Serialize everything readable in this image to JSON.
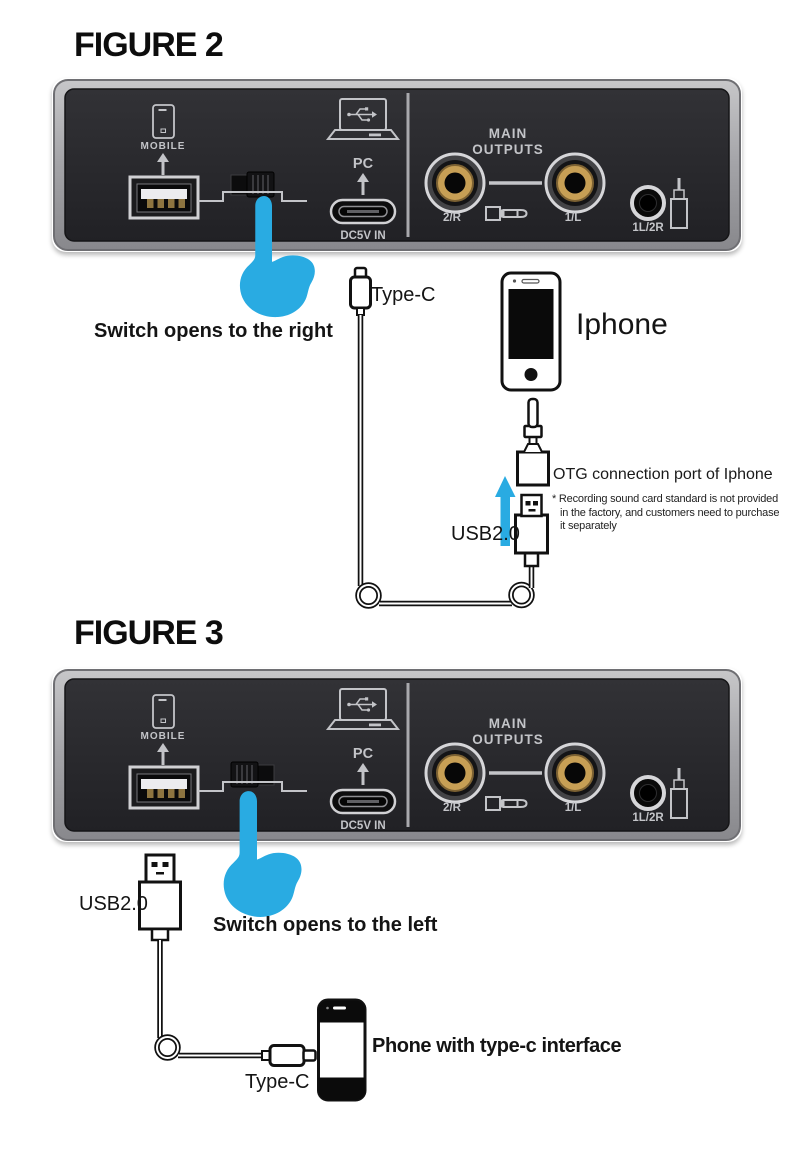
{
  "figure2": {
    "title": "FIGURE 2",
    "switch_caption": "Switch opens to the right",
    "cable_label": "Type-C",
    "phone_label": "Iphone",
    "otg_label": "OTG connection port of Iphone",
    "note_lines": [
      "* Recording sound card standard is not provided",
      "in the factory, and customers need to purchase",
      "it separately"
    ],
    "usb_label": "USB2.0",
    "switch_position": "right"
  },
  "figure3": {
    "title": "FIGURE 3",
    "switch_caption": "Switch opens to the left",
    "usb_label": "USB2.0",
    "cable_label": "Type-C",
    "phone_label": "Phone with type-c interface",
    "switch_position": "left"
  },
  "device_panel": {
    "mobile_label": "MOBILE",
    "pc_label": "PC",
    "dc5v_label": "DC5V IN",
    "main_outputs": [
      "MAIN",
      "OUTPUTS"
    ],
    "output_jack_right": "2/R",
    "output_jack_left": "1/L",
    "headphone_jack": "1L/2R"
  },
  "colors": {
    "hand": "#29ABE2",
    "arrow": "#29ABE2",
    "panel_face": "#28282b",
    "panel_frame": "#a2a2a6",
    "jack_gold": "#c79f55"
  }
}
